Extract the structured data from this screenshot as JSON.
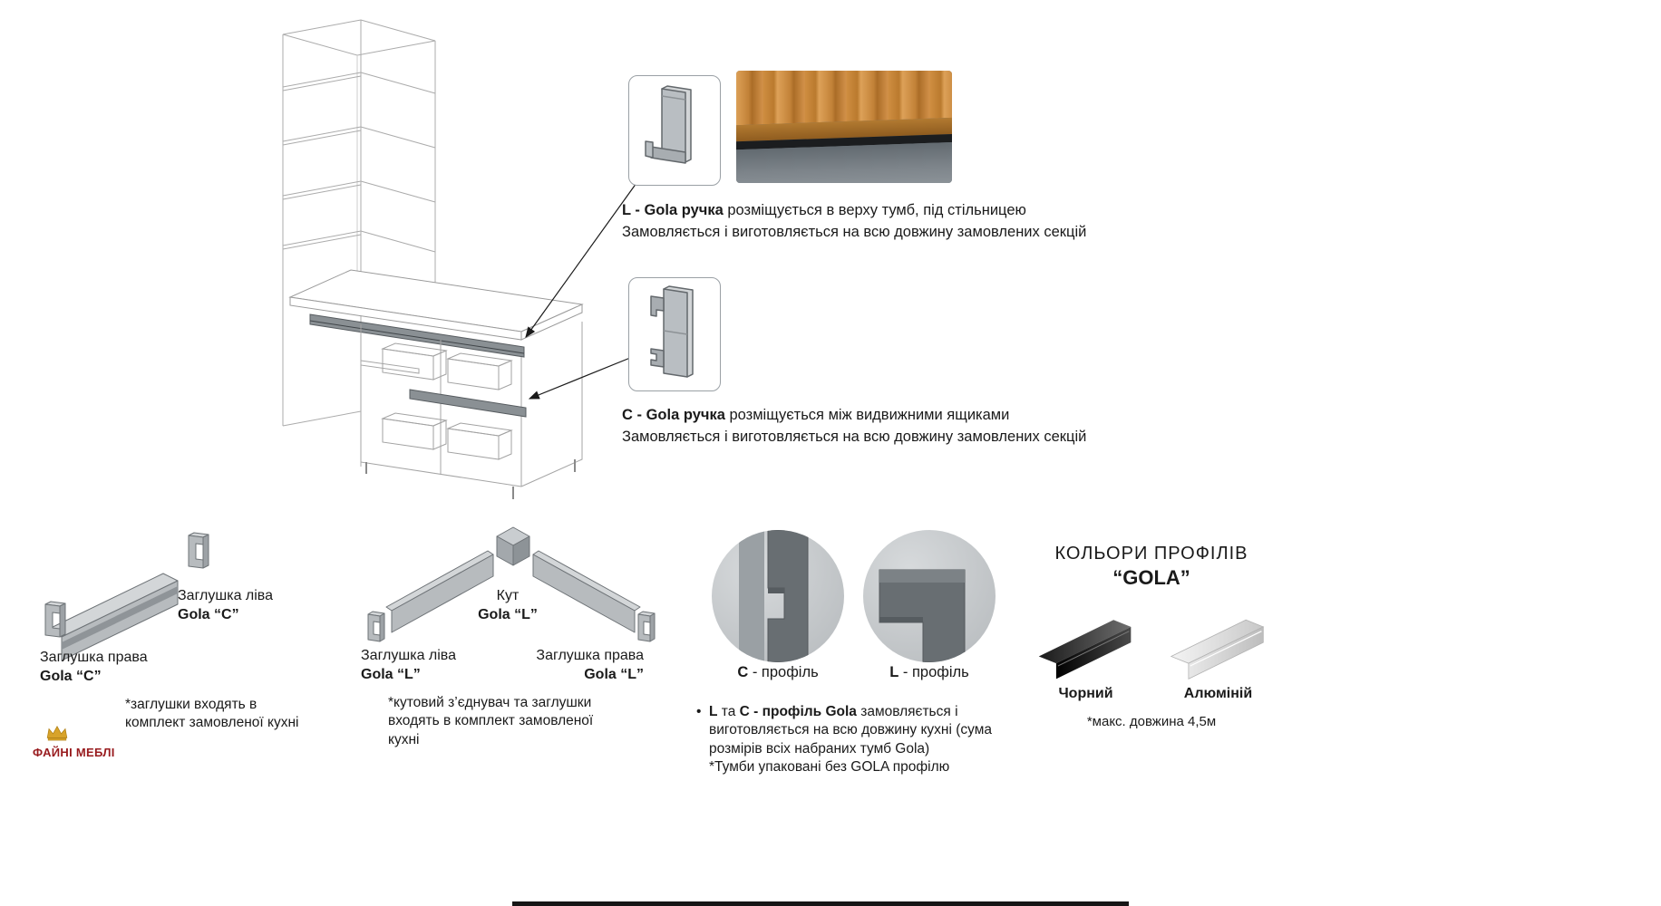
{
  "annotations": {
    "l": {
      "bold": "L - Gola ручка",
      "rest": " розміщується в верху тумб, під стільницею",
      "line2": "Замовляється і виготовляється на всю довжину замовлених секцій"
    },
    "c": {
      "bold": "C - Gola ручка",
      "rest": " розміщується між видвижними ящиками",
      "line2": "Замовляється і виготовляється на всю довжину замовлених секцій"
    }
  },
  "gola_c": {
    "left_cap_line1": "Заглушка ліва",
    "left_cap_line2": "Gola “C”",
    "right_cap_line1": "Заглушка права",
    "right_cap_line2": "Gola “C”",
    "note": "*заглушки входять в комплект замовленої кухні"
  },
  "gola_l": {
    "corner_line1": "Кут",
    "corner_line2": "Gola “L”",
    "left_cap_line1": "Заглушка ліва",
    "left_cap_line2": "Gola “L”",
    "right_cap_line1": "Заглушка права",
    "right_cap_line2": "Gola “L”",
    "note": "*кутовий з’єднувач та заглушки входять в комплект замовленої кухні"
  },
  "profiles": {
    "c_bold": "C",
    "c_rest": " - профіль",
    "l_bold": "L",
    "l_rest": " - профіль",
    "note_bullet": "•",
    "note_b1": "L",
    "note_t1": " та ",
    "note_b2": "C - профіль Gola",
    "note_t2": " замовляється і виготовляється на всю довжину кухні (сума розмірів всіх набраних тумб Gola)",
    "note_line2": "*Тумби упаковані без GOLA профілю"
  },
  "colors": {
    "title": "КОЛЬОРИ  ПРОФІЛІВ",
    "subtitle": "“GOLA”",
    "black": "Чорний",
    "aluminium": "Алюміній",
    "note": "*макс. довжина 4,5м"
  },
  "logo": {
    "text": "ФАЙНІ МЕБЛІ"
  }
}
